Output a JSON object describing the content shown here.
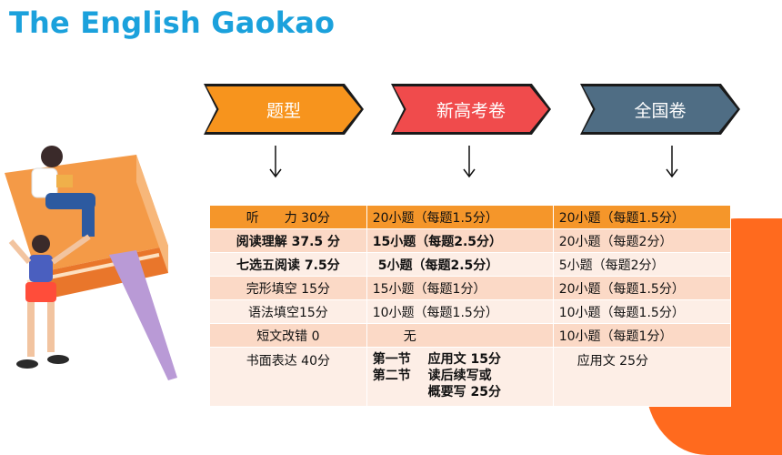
{
  "page": {
    "title": "The English Gaokao"
  },
  "headers": [
    {
      "label": "题型",
      "bg": "#f7941d",
      "fg": "#ffffff"
    },
    {
      "label": "新高考卷",
      "bg": "#f04b4c",
      "fg": "#ffffff"
    },
    {
      "label": "全国卷",
      "bg": "#4f6d84",
      "fg": "#ffffff"
    }
  ],
  "arrow_icon": "down-arrow-icon",
  "table": {
    "rows": [
      {
        "type": "听　　力 30分",
        "new": "20小题（每题1.5分）",
        "national": "20小题（每题1.5分）"
      },
      {
        "type": "阅读理解 37.5 分",
        "new": "15小题（每题2.5分）",
        "national": "20小题（每题2分）"
      },
      {
        "type": "七选五阅读 7.5分",
        "new": "5小题（每题2.5分）",
        "national": "5小题（每题2分）"
      },
      {
        "type": "完形填空 15分",
        "new": "15小题（每题1分）",
        "national": "20小题（每题1.5分）"
      },
      {
        "type": "语法填空15分",
        "new": "10小题（每题1.5分）",
        "national": "10小题（每题1.5分）"
      },
      {
        "type": "短文改错 0",
        "new": "无",
        "national": "10小题（每题1分）"
      },
      {
        "type": "书面表达 40分",
        "new_lines": [
          "第一节　 应用文 15分",
          "第二节　 读后续写或",
          "　　　　 概要写 25分"
        ],
        "national": "应用文 25分"
      }
    ]
  },
  "colors": {
    "title": "#1ba1dc",
    "accent_orange": "#ff6a1e",
    "table_head": "#f5962a"
  }
}
